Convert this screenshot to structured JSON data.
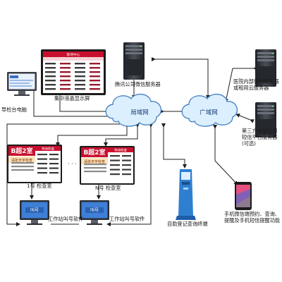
{
  "labels": {
    "lcd_screen": "集中液晶显示屏",
    "lan": "局域网",
    "wan": "广域网",
    "guide_pc": "导检台电脑",
    "tencent_server": "腾讯公司微信服务器",
    "hospital_server": "医院内部微信服务器或租用云服务器",
    "telecom_server": "第三方电信公司短信平台服务器(可选)",
    "room1": "1号 检查室",
    "roomN": "N号 检查室",
    "ellipsis": "· · ·",
    "caller_sw1": "工作站叫号软件",
    "caller_sw2": "工作站叫号软件",
    "kiosk": "自助登记查询终端",
    "phone": "手机微信端预约、查询、提醒及手机短信提醒功能"
  },
  "big_screen": {
    "header": "等待中心"
  },
  "room_panels": [
    {
      "room": "B超2室",
      "status": "请张天宇检查",
      "queue_title": "等待检查"
    },
    {
      "room": "B超2室",
      "status": "请张天宇检查",
      "queue_title": "等待检查"
    }
  ],
  "pc_screens": [
    "叫号",
    "叫号"
  ],
  "colors": {
    "cloud_fill": "#dcefff",
    "cloud_stroke": "#4a86c5",
    "server_dark": "#2e3136",
    "screen_red": "#c8102e",
    "kiosk_blue": "#2f7fd1",
    "line": "#1f1f1f"
  }
}
